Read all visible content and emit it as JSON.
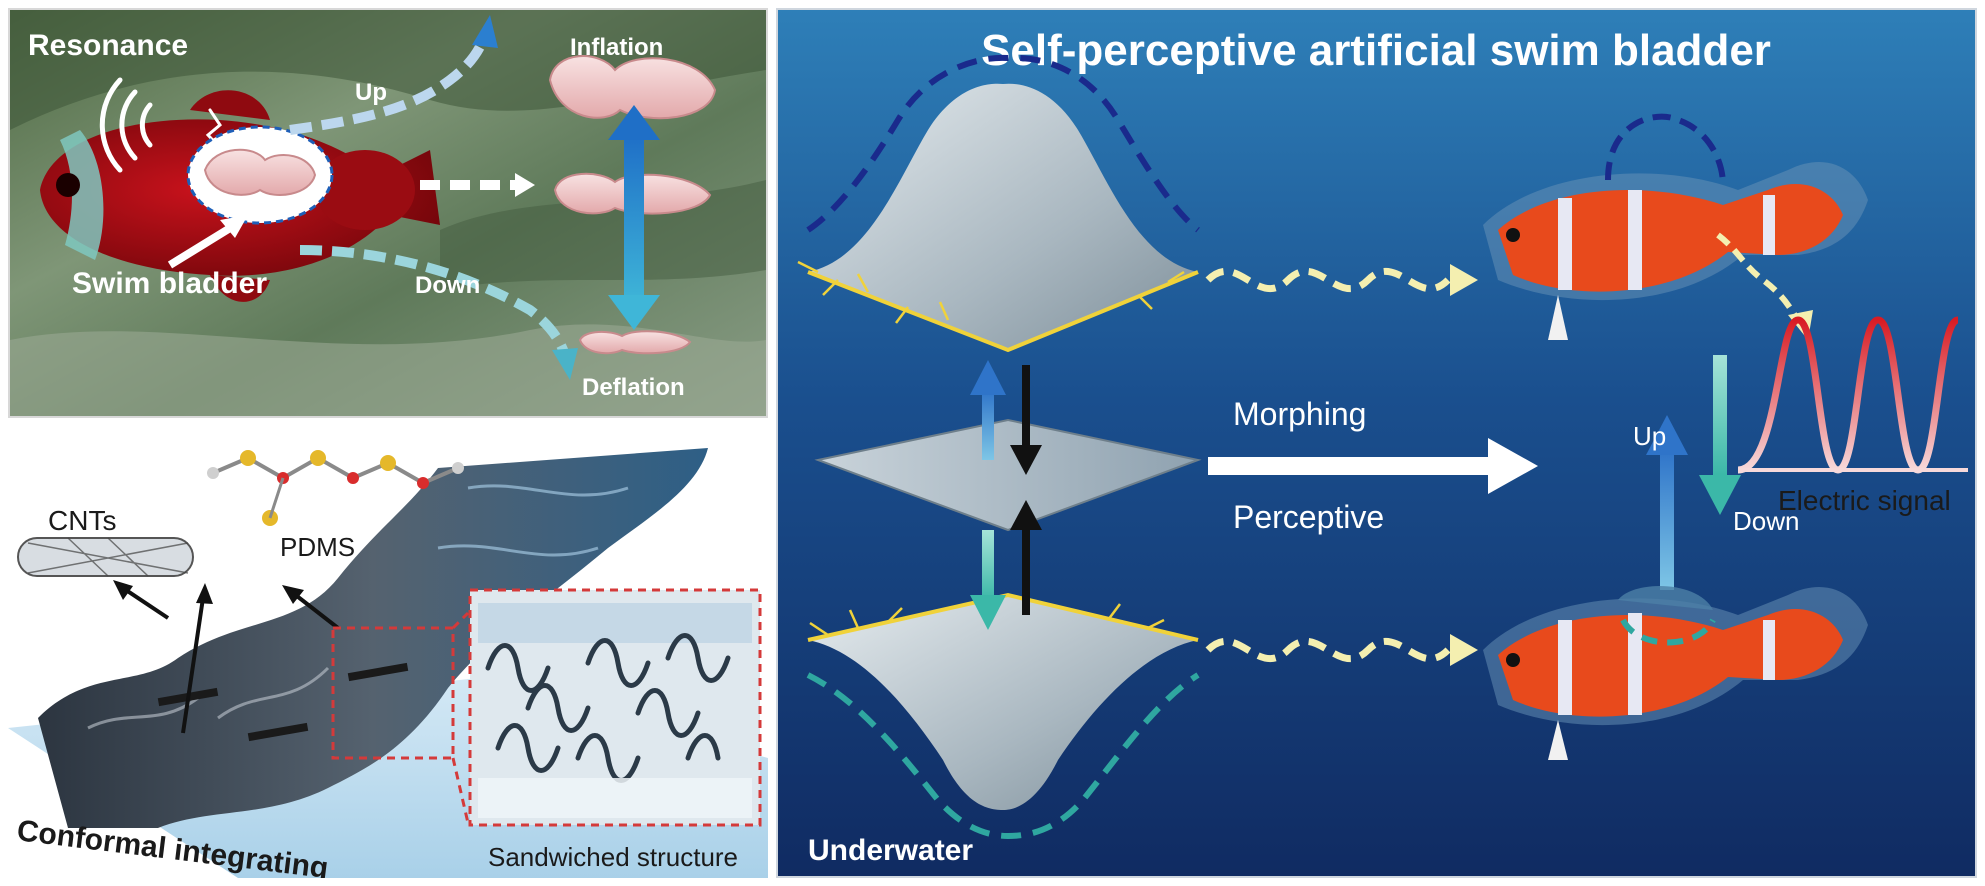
{
  "panel_a": {
    "resonance": "Resonance",
    "up": "Up",
    "inflation": "Inflation",
    "swim_bladder": "Swim bladder",
    "down": "Down",
    "deflation": "Deflation"
  },
  "panel_b": {
    "cnts": "CNTs",
    "pdms": "PDMS",
    "conformal": "Conformal integrating",
    "sandwiched": "Sandwiched structure"
  },
  "panel_c": {
    "title": "Self-perceptive artificial swim bladder",
    "morphing": "Morphing",
    "perceptive": "Perceptive",
    "up": "Up",
    "down": "Down",
    "electric_signal": "Electric signal",
    "underwater": "Underwater"
  },
  "colors": {
    "navy_dash": "#1a2a8c",
    "teal_dash": "#2fa7a0",
    "yellow_arrow": "#f4efb0",
    "signal_red": "#d81c24",
    "fish_orange": "#e84a1c"
  }
}
